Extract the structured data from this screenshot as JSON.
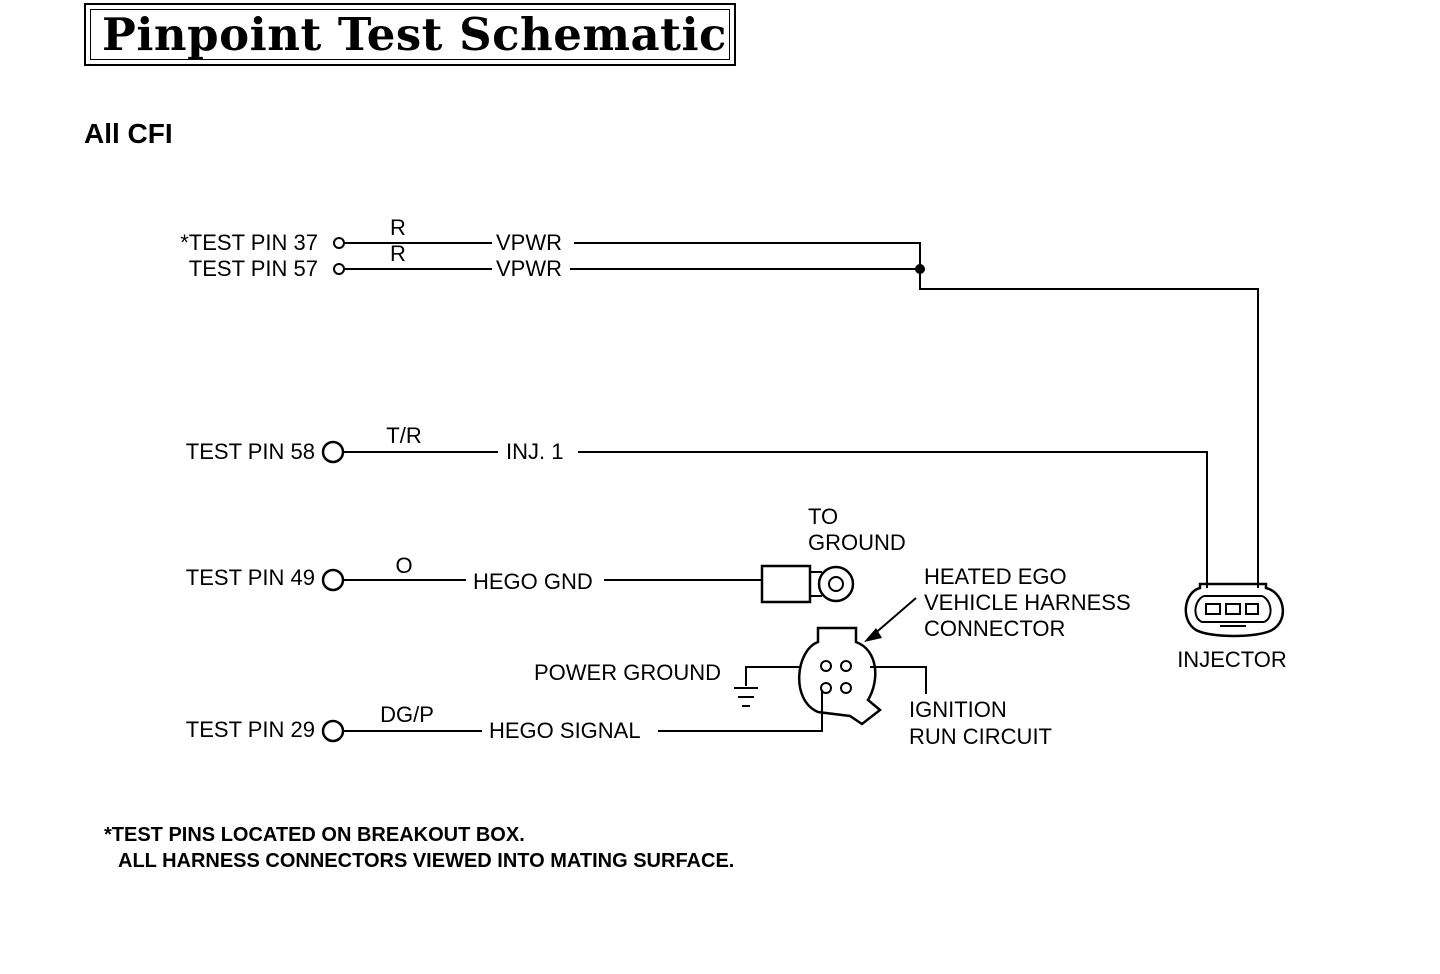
{
  "title": "Pinpoint Test Schematic",
  "subtitle": "All CFI",
  "pins": {
    "p37": {
      "label": "*TEST PIN 37",
      "wire_color": "R",
      "circuit": "VPWR"
    },
    "p57": {
      "label": "TEST PIN 57",
      "wire_color": "R",
      "circuit": "VPWR"
    },
    "p58": {
      "label": "TEST PIN 58",
      "wire_color": "T/R",
      "circuit": "INJ. 1"
    },
    "p49": {
      "label": "TEST PIN 49",
      "wire_color": "O",
      "circuit": "HEGO GND"
    },
    "p29": {
      "label": "TEST PIN 29",
      "wire_color": "DG/P",
      "circuit": "HEGO SIGNAL"
    }
  },
  "components": {
    "ground_line1": "TO",
    "ground_line2": "GROUND",
    "hego_line1": "HEATED EGO",
    "hego_line2": "VEHICLE HARNESS",
    "hego_line3": "CONNECTOR",
    "power_ground": "POWER GROUND",
    "ignition_line1": "IGNITION",
    "ignition_line2": "RUN CIRCUIT",
    "injector": "INJECTOR"
  },
  "footnote": {
    "line1": "*TEST PINS LOCATED ON BREAKOUT BOX.",
    "line2": "ALL HARNESS CONNECTORS VIEWED INTO MATING SURFACE."
  }
}
